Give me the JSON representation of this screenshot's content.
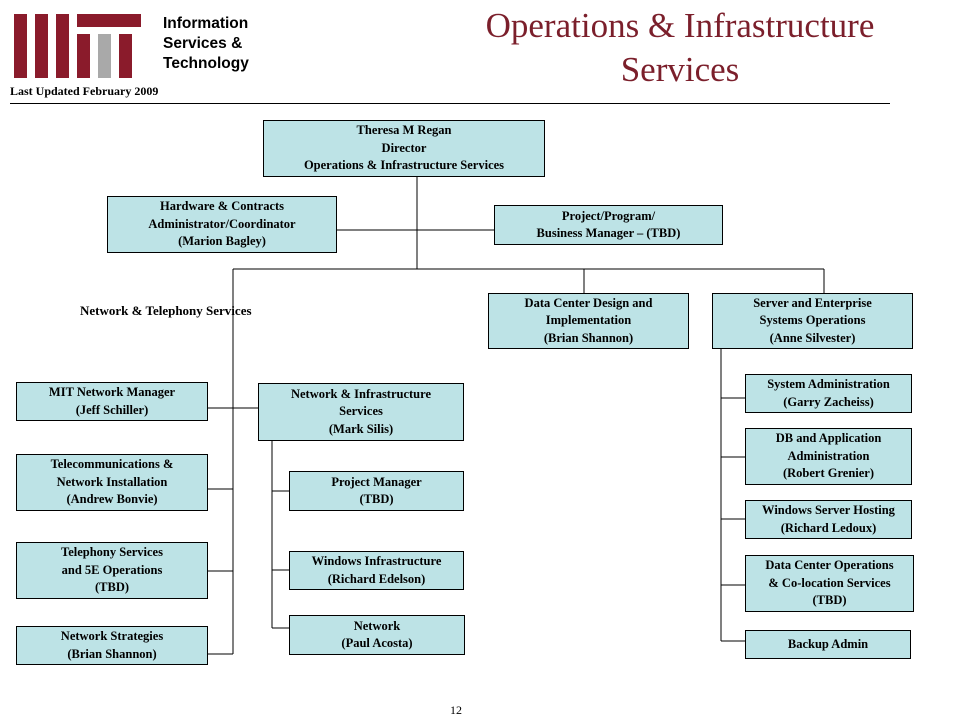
{
  "header": {
    "department": [
      "Information",
      "Services &",
      "Technology"
    ],
    "last_updated": "Last Updated February 2009",
    "title": "Operations & Infrastructure Services",
    "page_number": "12",
    "logo": {
      "text": "MIT",
      "colors": [
        "#8a1b2b",
        "#8a1b2b",
        "#8a1b2b",
        "#a9a9a9",
        "#8a1b2b"
      ]
    }
  },
  "colors": {
    "box_fill": "#bde3e6",
    "title": "#7b1f2b"
  },
  "org": {
    "director": [
      "Theresa M Regan",
      "Director",
      "Operations & Infrastructure Services"
    ],
    "hardware": [
      "Hardware & Contracts",
      "Administrator/Coordinator",
      "(Marion Bagley)"
    ],
    "project_program": [
      "Project/Program/",
      "Business Manager – (TBD)"
    ],
    "network_telephony_label": "Network & Telephony Services",
    "data_center_design": [
      "Data Center Design and",
      "Implementation",
      "(Brian Shannon)"
    ],
    "server_enterprise": [
      "Server and Enterprise",
      "Systems Operations",
      "(Anne Silvester)"
    ],
    "mit_network_manager": [
      "MIT Network Manager",
      "(Jeff Schiller)"
    ],
    "telecom": [
      "Telecommunications &",
      "Network Installation",
      "(Andrew Bonvie)"
    ],
    "telephony_5e": [
      "Telephony Services",
      "and 5E Operations",
      "(TBD)"
    ],
    "network_strategies": [
      "Network Strategies",
      "(Brian Shannon)"
    ],
    "network_infra": [
      "Network & Infrastructure",
      "Services",
      "(Mark Silis)"
    ],
    "project_manager": [
      "Project Manager",
      "(TBD)"
    ],
    "windows_infra": [
      "Windows Infrastructure",
      "(Richard Edelson)"
    ],
    "network": [
      "Network",
      "(Paul Acosta)"
    ],
    "system_admin": [
      "System Administration",
      "(Garry Zacheiss)"
    ],
    "db_app": [
      "DB and Application",
      "Administration",
      "(Robert Grenier)"
    ],
    "windows_server": [
      "Windows Server Hosting",
      "(Richard Ledoux)"
    ],
    "data_center_ops": [
      "Data Center Operations",
      "& Co-location Services",
      "(TBD)"
    ],
    "backup_admin": [
      "Backup Admin"
    ]
  }
}
